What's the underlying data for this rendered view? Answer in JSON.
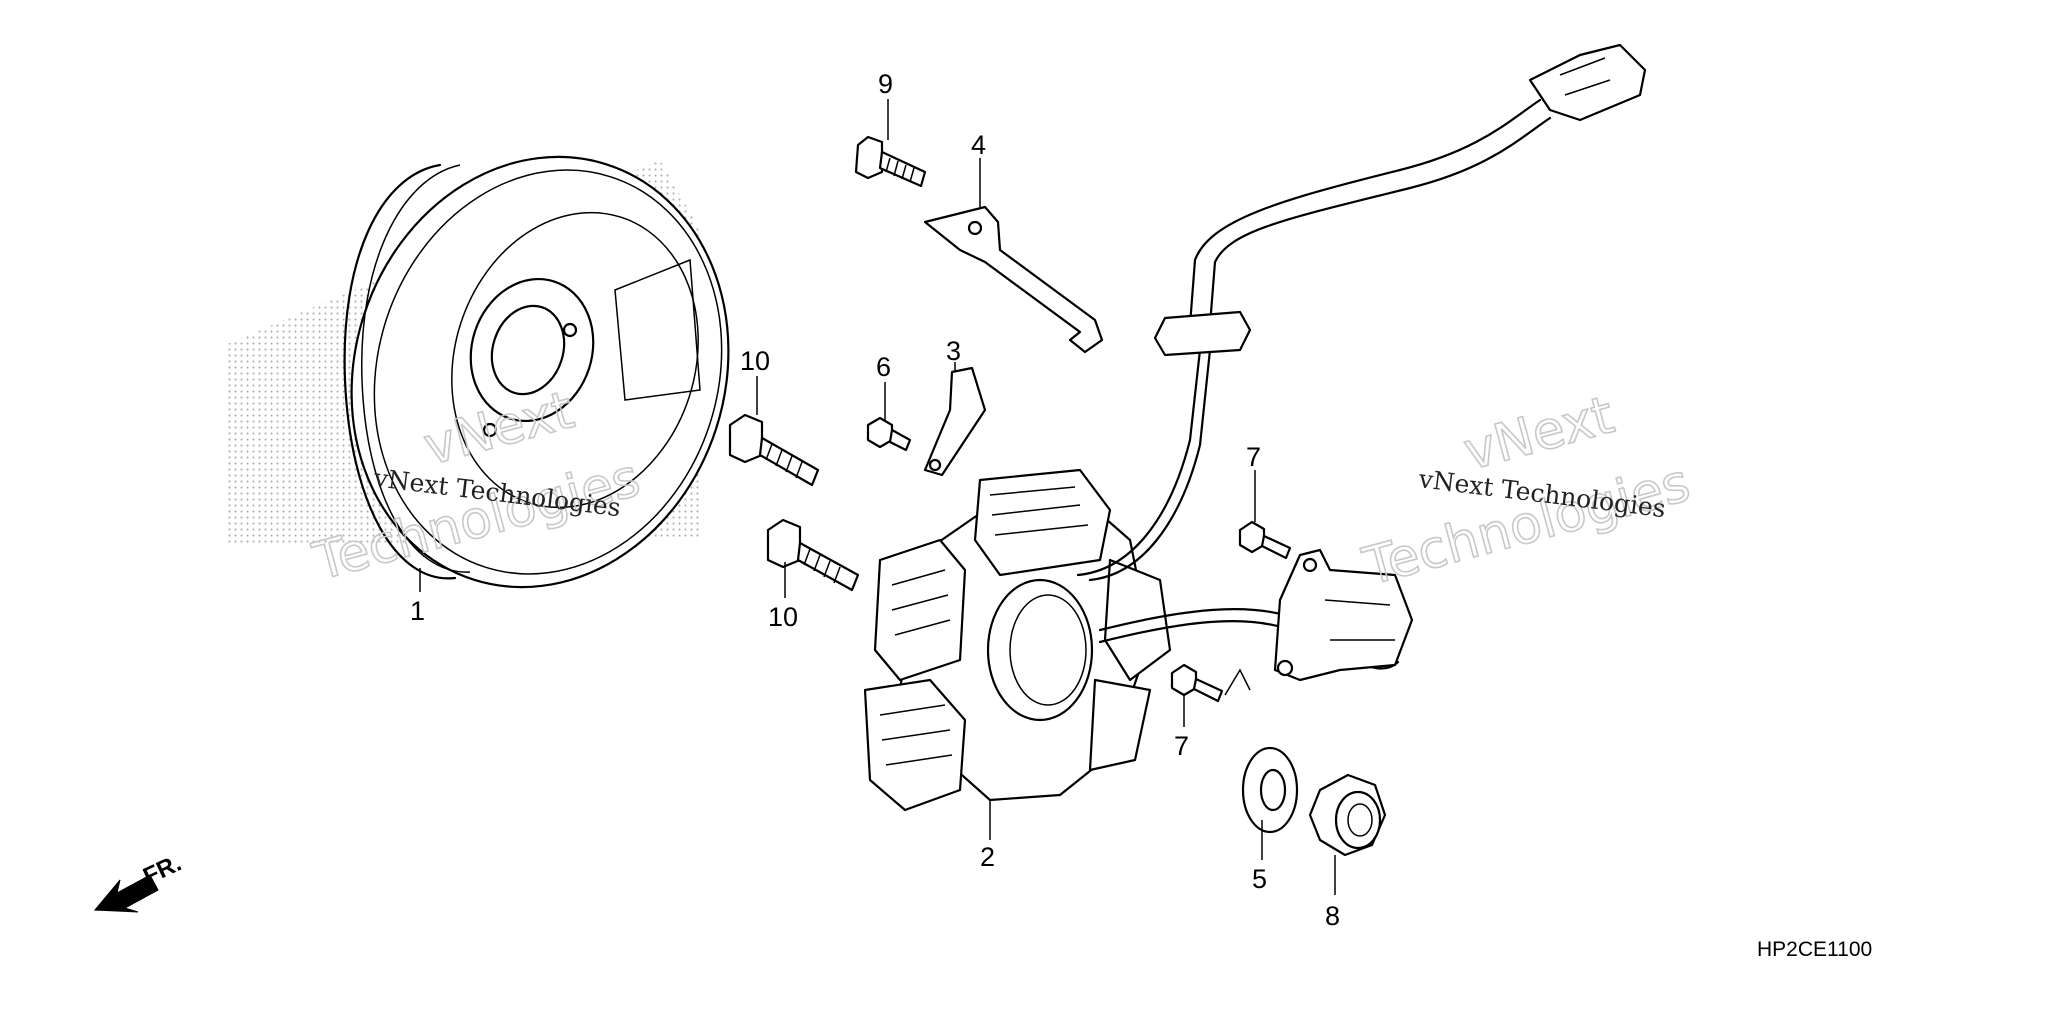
{
  "diagram": {
    "callouts": [
      {
        "id": "c1",
        "label": "1"
      },
      {
        "id": "c2",
        "label": "2"
      },
      {
        "id": "c3",
        "label": "3"
      },
      {
        "id": "c4",
        "label": "4"
      },
      {
        "id": "c5",
        "label": "5"
      },
      {
        "id": "c6",
        "label": "6"
      },
      {
        "id": "c7a",
        "label": "7"
      },
      {
        "id": "c7b",
        "label": "7"
      },
      {
        "id": "c8",
        "label": "8"
      },
      {
        "id": "c9",
        "label": "9"
      },
      {
        "id": "c10a",
        "label": "10"
      },
      {
        "id": "c10b",
        "label": "10"
      }
    ],
    "direction_label": "FR.",
    "drawing_code": "HP2CE1100",
    "watermark": {
      "line1": "vNext",
      "line2": "Technologies",
      "small": "vNext Technologies"
    }
  }
}
